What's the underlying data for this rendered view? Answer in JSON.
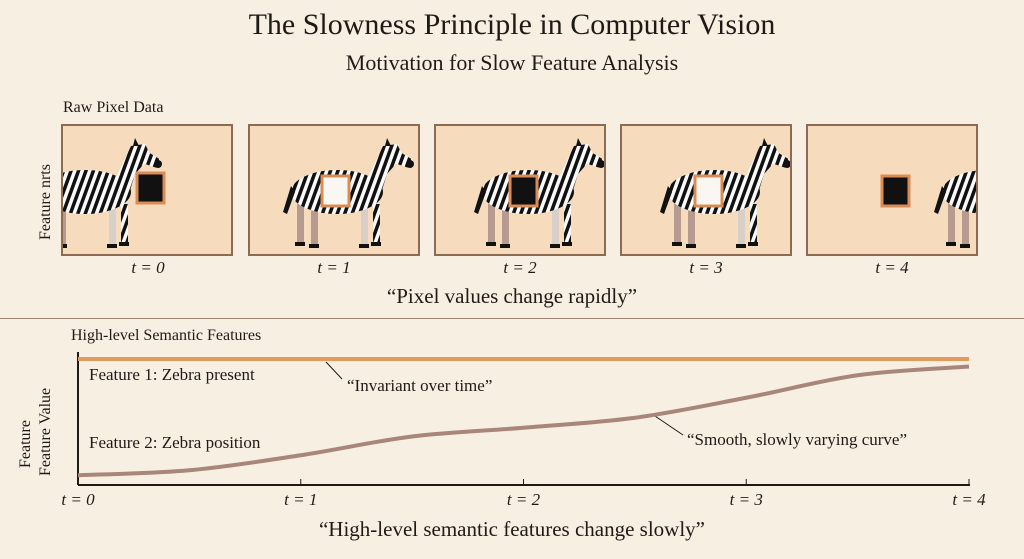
{
  "title": "The Slowness Principle in Computer Vision",
  "subtitle": "Motivation for Slow Feature Analysis",
  "raw": {
    "heading": "Raw Pixel Data",
    "y_label": "Feature nrts",
    "frames": [
      {
        "label": "t = 0",
        "square": "black"
      },
      {
        "label": "t = 1",
        "square": "white"
      },
      {
        "label": "t = 2",
        "square": "black"
      },
      {
        "label": "t = 3",
        "square": "white"
      },
      {
        "label": "t = 4",
        "square": "black"
      }
    ],
    "caption": "“Pixel values change rapidly”"
  },
  "semantic": {
    "heading": "High-level Semantic Features",
    "y_label_1": "Feature",
    "y_label_2": "Feature Value",
    "feature1_label": "Feature 1: Zebra present",
    "feature2_label": "Feature 2: Zebra position",
    "annotation1": "“Invariant over time”",
    "annotation2": "“Smooth, slowly varying curve”",
    "caption": "“High-level semantic features change slowly”"
  },
  "chart_data": {
    "type": "line",
    "x_ticks": [
      "t = 0",
      "t = 1",
      "t = 2",
      "t = 3",
      "t = 4"
    ],
    "xlim": [
      0,
      4
    ],
    "ylim": [
      0,
      1.05
    ],
    "series": [
      {
        "name": "Feature 1: Zebra present",
        "color": "#e39a5f",
        "x": [
          0,
          4
        ],
        "y": [
          1.0,
          1.0
        ]
      },
      {
        "name": "Feature 2: Zebra position",
        "color": "#a8867a",
        "x": [
          0,
          0.5,
          1,
          1.5,
          2,
          2.5,
          3,
          3.5,
          4
        ],
        "y": [
          0.07,
          0.11,
          0.23,
          0.38,
          0.45,
          0.53,
          0.69,
          0.87,
          0.94
        ]
      }
    ]
  },
  "colors": {
    "background": "#f8efe3",
    "frame_fill": "#f6dcbc",
    "frame_border": "#8c6b52",
    "square_border": "#d98c55"
  }
}
